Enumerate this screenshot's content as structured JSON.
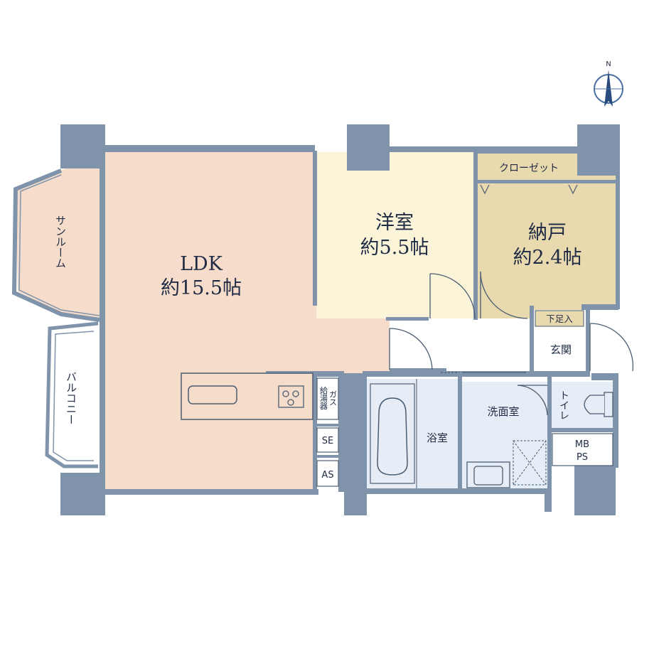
{
  "compass": {
    "north_label": "N"
  },
  "rooms": {
    "ldk": {
      "name": "LDK",
      "size": "約15.5帖"
    },
    "western": {
      "name": "洋室",
      "size": "約5.5帖"
    },
    "storage": {
      "name": "納戸",
      "size": "約2.4帖"
    },
    "closet": {
      "name": "クローゼット"
    },
    "sunroom": {
      "name": "サンルーム"
    },
    "balcony": {
      "name": "バルコニー"
    },
    "shoe_box": {
      "name": "下足入"
    },
    "entrance": {
      "name": "玄関"
    },
    "toilet": {
      "name": "トイレ"
    },
    "washroom": {
      "name": "洗面室"
    },
    "bathroom": {
      "name": "浴室"
    },
    "gas_heater": {
      "line1": "ガス",
      "line2": "給湯器"
    },
    "se": {
      "name": "SE"
    },
    "as": {
      "name": "AS"
    },
    "mbps": {
      "line1": "MB",
      "line2": "PS"
    }
  },
  "colors": {
    "wall": "#7f94aa",
    "ldk_floor": "#f6dccb",
    "western_floor": "#fbf4d8",
    "storage_floor": "#e8d9ae",
    "wet_area_floor": "#e6edf6",
    "line": "#4b5d73"
  }
}
